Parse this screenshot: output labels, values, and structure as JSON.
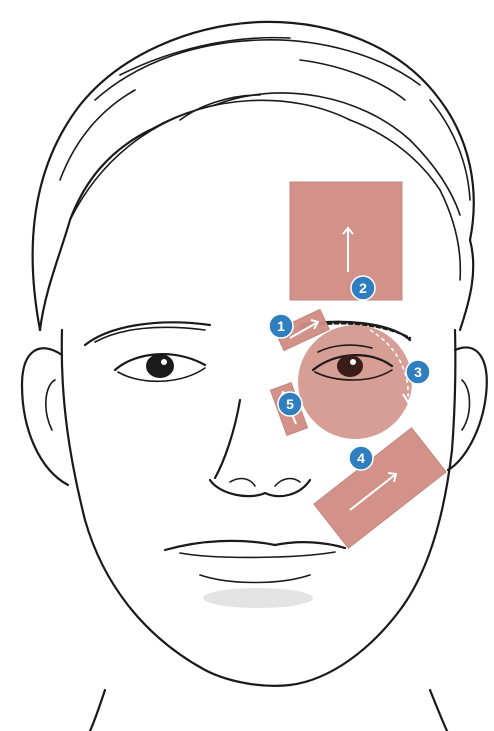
{
  "colors": {
    "tape": "#d08d84",
    "marker": "#2f7fc0",
    "line": "#1a1a1a"
  },
  "markers": [
    {
      "label": "1"
    },
    {
      "label": "2"
    },
    {
      "label": "3"
    },
    {
      "label": "4"
    },
    {
      "label": "5"
    }
  ]
}
